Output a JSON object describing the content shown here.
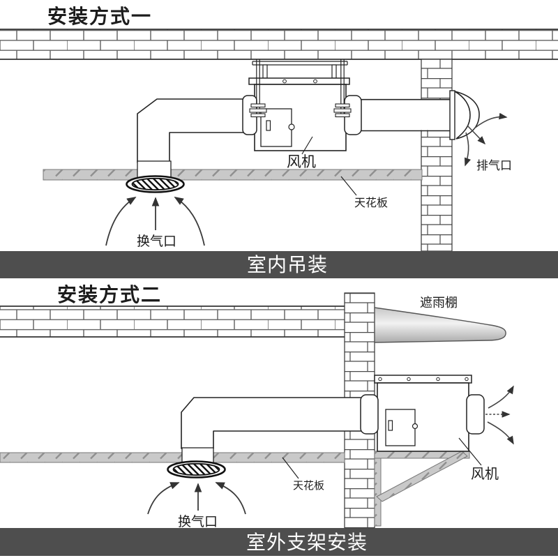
{
  "s1": {
    "title": "安装方式一",
    "banner": "室内吊装",
    "fan_label": "风机",
    "ceiling_label": "天花板",
    "intake_label": "换气口",
    "exhaust_label": "排气口"
  },
  "s2": {
    "title": "安装方式二",
    "banner": "室外支架安装",
    "fan_label": "风机",
    "ceiling_label": "天花板",
    "intake_label": "换气口",
    "shelter_label": "遮雨棚"
  },
  "colors": {
    "background": "#ffffff",
    "banner_bg": "#4e4e4e",
    "banner_text": "#ffffff",
    "machine_line": "#222222",
    "brick_line": "#5f5f5f",
    "ceiling_fill": "#c9c9c9",
    "ceiling_tick": "#8f8f8f",
    "shelter_gradient_top": "#c6c6c6",
    "shelter_gradient_mid": "#f2f2f2",
    "shelter_gradient_bottom": "#ababab"
  }
}
